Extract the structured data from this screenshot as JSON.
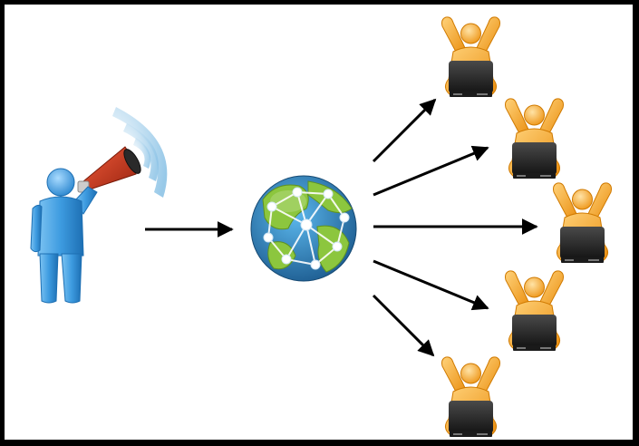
{
  "diagram": {
    "kind": "broadcast",
    "nodes": {
      "broadcaster": {
        "icon": "person-megaphone-icon"
      },
      "network": {
        "icon": "globe-network-icon"
      },
      "receivers": [
        {
          "icon": "person-laptop-icon"
        },
        {
          "icon": "person-laptop-icon"
        },
        {
          "icon": "person-laptop-icon"
        },
        {
          "icon": "person-laptop-icon"
        },
        {
          "icon": "person-laptop-icon"
        }
      ]
    },
    "edges": [
      {
        "from": "broadcaster",
        "to": "network"
      },
      {
        "from": "network",
        "to": "receiver-1"
      },
      {
        "from": "network",
        "to": "receiver-2"
      },
      {
        "from": "network",
        "to": "receiver-3"
      },
      {
        "from": "network",
        "to": "receiver-4"
      },
      {
        "from": "network",
        "to": "receiver-5"
      }
    ],
    "colors": {
      "frame": "#000000",
      "background": "#ffffff",
      "person_blue": "#3d9be0",
      "megaphone_red": "#c8381f",
      "sound_waves": "#9ccbe8",
      "globe_ocean": "#2a7fb5",
      "globe_land": "#8cc63e",
      "receiver_orange": "#f5a623",
      "laptop": "#222222",
      "arrow": "#000000"
    }
  }
}
